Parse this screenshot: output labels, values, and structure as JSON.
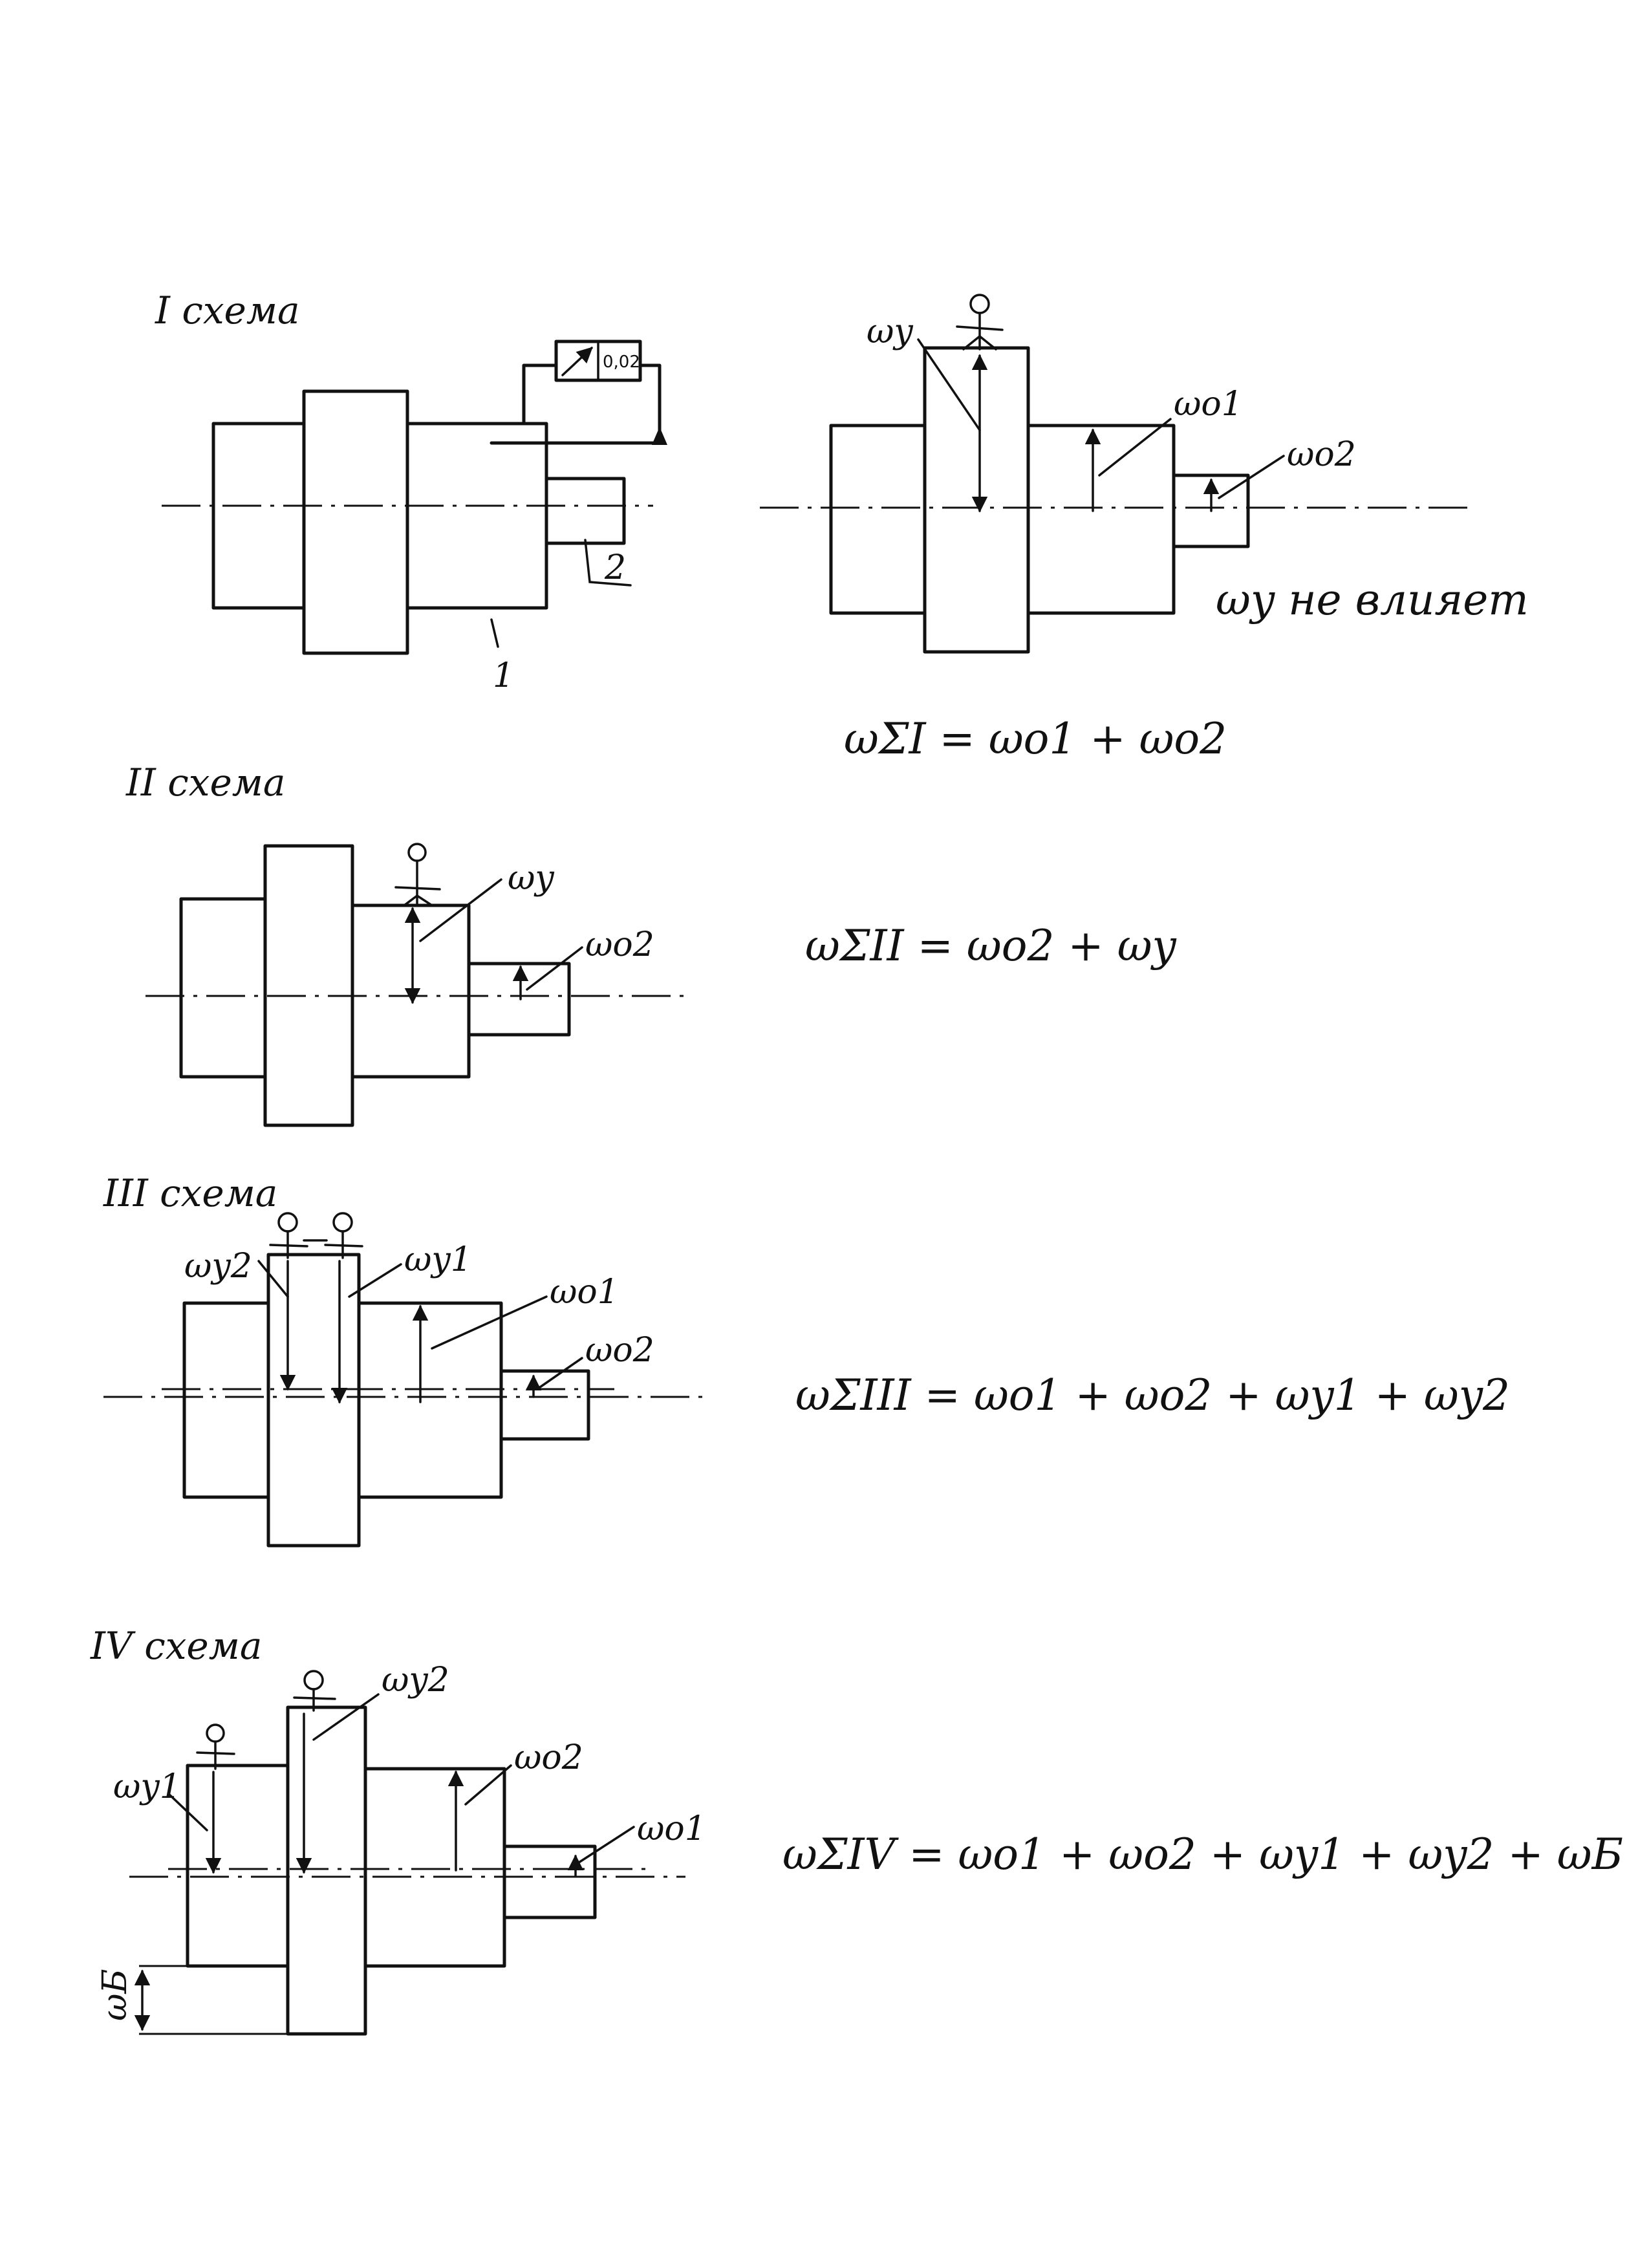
{
  "schemes": {
    "s1": {
      "title": "I схема",
      "callout_1": "1",
      "callout_2": "2",
      "indicator_value": "0,02",
      "label_wy": "ωy",
      "label_wo1": "ωo1",
      "label_wo2": "ωo2",
      "note": "ωy не влияет",
      "formula": "ωΣI = ωo1 + ωo2"
    },
    "s2": {
      "title": "II схема",
      "label_wy": "ωy",
      "label_wo2": "ωo2",
      "formula": "ωΣII = ωo2 + ωy"
    },
    "s3": {
      "title": "III схема",
      "label_wy2": "ωy2",
      "label_wy1": "ωy1",
      "label_wo1": "ωo1",
      "label_wo2": "ωo2",
      "formula": "ωΣIII = ωo1 + ωo2 + ωy1 + ωy2"
    },
    "s4": {
      "title": "IV схема",
      "label_wy1": "ωy1",
      "label_wy2": "ωy2",
      "label_wo2": "ωo2",
      "label_wo1": "ωo1",
      "label_wb": "ωБ",
      "formula": "ωΣIV = ωo1 + ωo2 + ωy1 + ωy2 + ωБ"
    }
  }
}
